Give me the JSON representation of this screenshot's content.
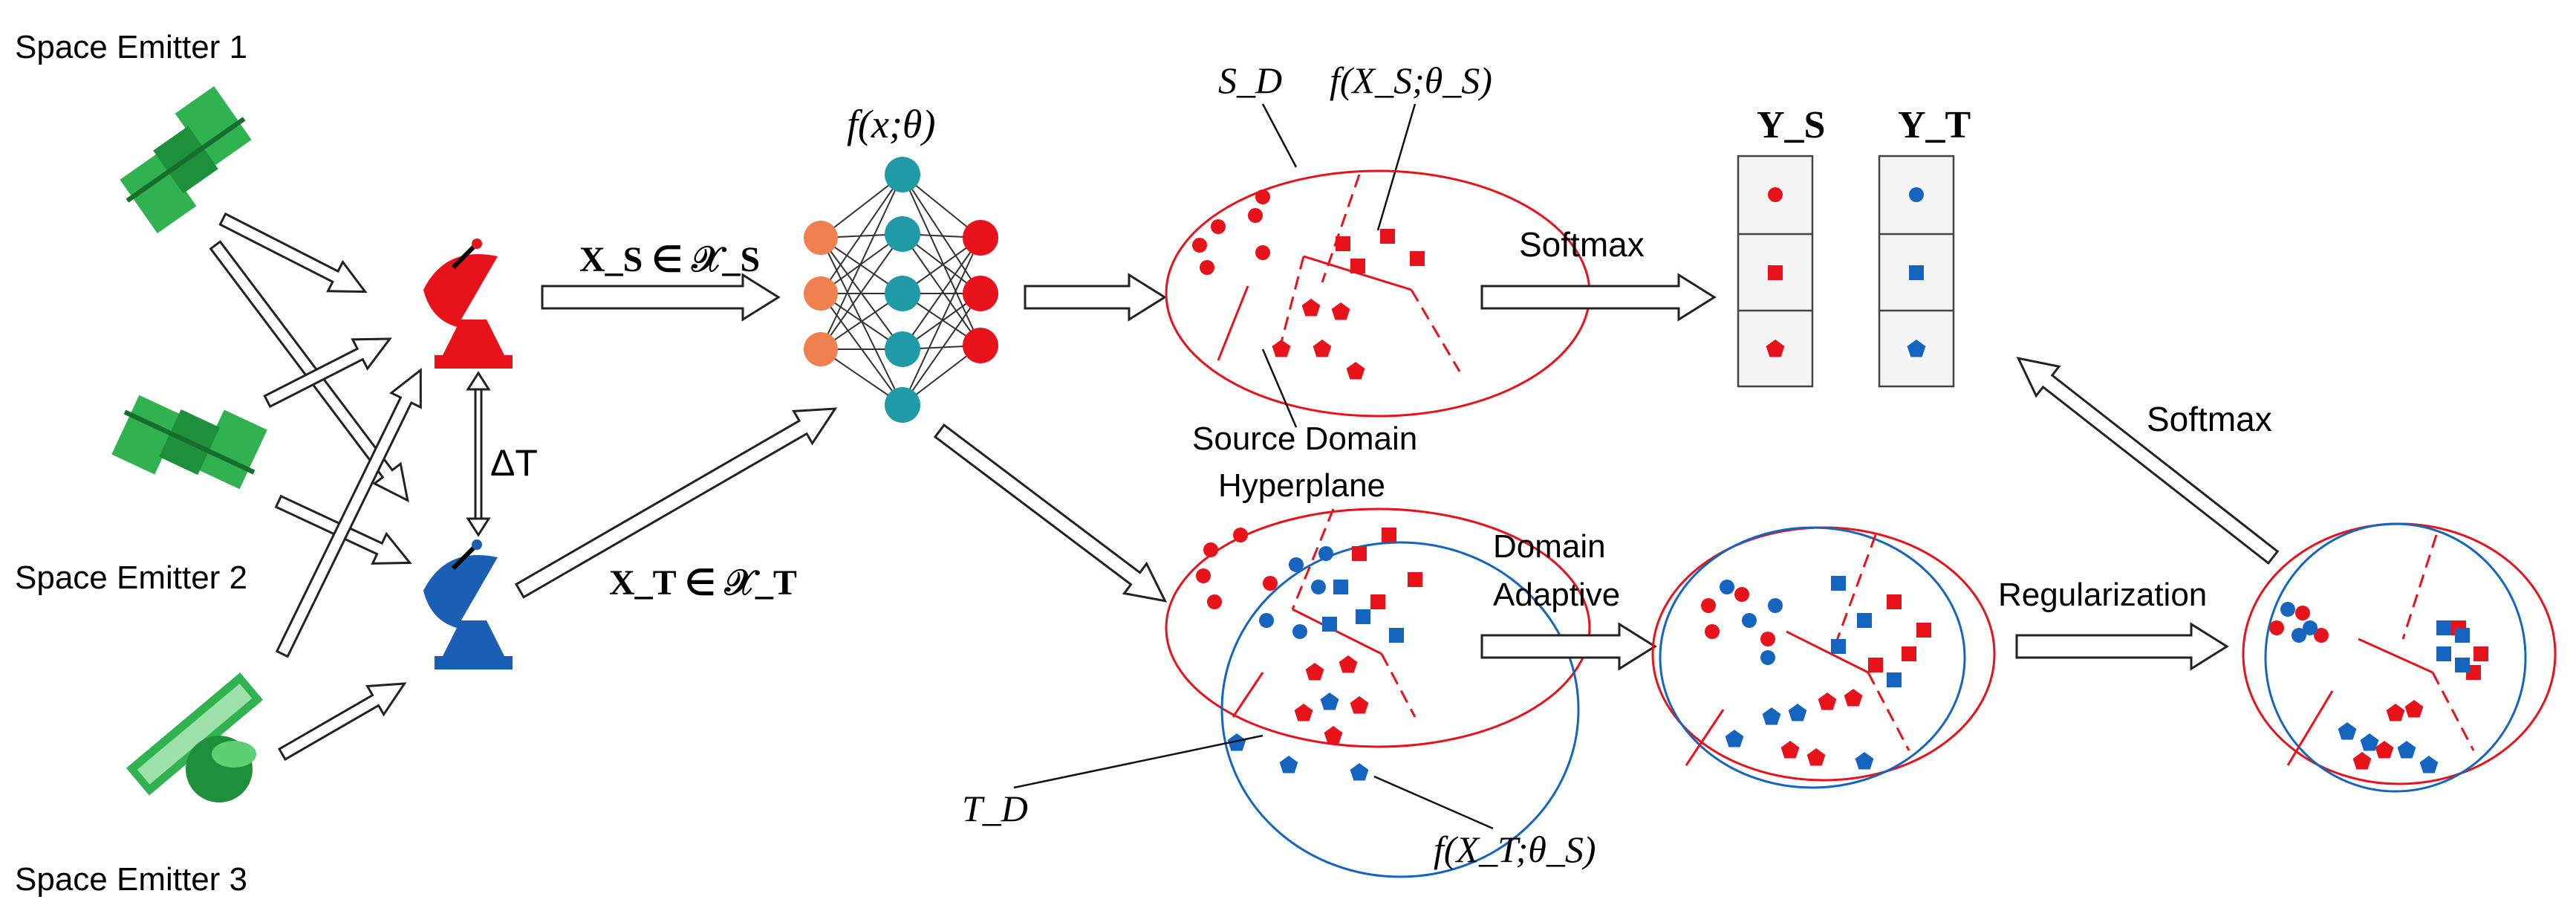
{
  "emitters": [
    {
      "label": "Space Emitter 1",
      "icon": "satellite-icon"
    },
    {
      "label": "Space Emitter 2",
      "icon": "satellite-icon"
    },
    {
      "label": "Space Emitter 3",
      "icon": "satellite-dish-icon"
    }
  ],
  "receivers": {
    "source_color": "#e8121b",
    "target_color": "#1a5fb4",
    "delta_label": "ΔT"
  },
  "inputs": {
    "source_label": "X_S ∈ 𝒳_S",
    "target_label": "X_T ∈ 𝒳_T"
  },
  "network": {
    "label": "f(x;θ)",
    "layer_colors": [
      "#f08050",
      "#1f9ba8",
      "#e8121b"
    ]
  },
  "source_domain": {
    "label": "S_D",
    "feature_label": "f(X_S;θ_S)",
    "hyperplane_label": [
      "Source Domain",
      "Hyperplane"
    ]
  },
  "target_domain": {
    "label": "T_D",
    "feature_label": "f(X_T;θ_S)"
  },
  "steps": {
    "softmax_top": "Softmax",
    "softmax_right": "Softmax",
    "domain_adaptive": [
      "Domain",
      "Adaptive"
    ],
    "regularization": "Regularization"
  },
  "outputs": {
    "source_label": "Y_S",
    "target_label": "Y_T"
  },
  "colors": {
    "red": "#e8121b",
    "blue": "#1565c0",
    "green": "#22b04b"
  }
}
